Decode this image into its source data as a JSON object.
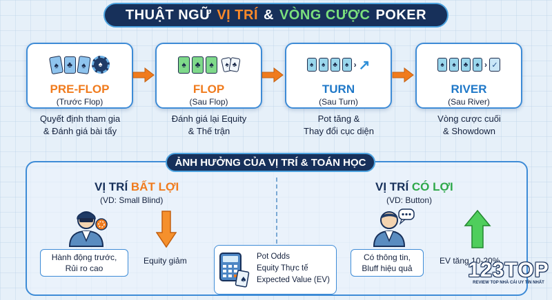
{
  "title": {
    "part1": "THUẬT NGỮ",
    "part2": "VỊ TRÍ",
    "part3": "&",
    "part4": "VÒNG CƯỢC",
    "part5": "POKER"
  },
  "stages": [
    {
      "name": "PRE-FLOP",
      "sub": "(Trước Flop)",
      "desc_line1": "Quyết định tham gia",
      "desc_line2": "& Đánh giá bài tẩy"
    },
    {
      "name": "FLOP",
      "sub": "(Sau Flop)",
      "desc_line1": "Đánh giá lại Equity",
      "desc_line2": "& Thế trận"
    },
    {
      "name": "TURN",
      "sub": "(Sau Turn)",
      "desc_line1": "Pot tăng &",
      "desc_line2": "Thay đổi cục diện"
    },
    {
      "name": "RIVER",
      "sub": "(Sau River)",
      "desc_line1": "Vòng cược cuối",
      "desc_line2": "& Showdown"
    }
  ],
  "panel": {
    "title": "ẢNH HƯỞNG CỦA VỊ TRÍ & TOÁN HỌC",
    "bad": {
      "title_a": "VỊ TRÍ",
      "title_b": "BẤT LỢI",
      "sub": "(VD: Small Blind)",
      "note_line1": "Hành động trước,",
      "note_line2": "Rủi ro cao",
      "effect": "Equity giảm"
    },
    "good": {
      "title_a": "VỊ TRÍ",
      "title_b": "CÓ LỢI",
      "sub": "(VD: Button)",
      "note_line1": "Có thông tin,",
      "note_line2": "Bluff hiệu quả",
      "effect": "EV tăng 10-20%"
    },
    "center": {
      "line1": "Pot Odds",
      "line2": "Equity Thực tế",
      "line3": "Expected Value (EV)"
    }
  },
  "logo": {
    "mark": "123TOP",
    "tagline": "REVIEW TOP NHÀ CÁI UY TÍN NHẤT"
  },
  "colors": {
    "accent_orange": "#f07b1d",
    "accent_green": "#2ea84a",
    "accent_blue": "#1f78c8",
    "navy": "#17305a"
  },
  "icons": [
    "spade-card-icon",
    "poker-chip-icon",
    "hand-of-cards-icon",
    "curved-arrow-icon",
    "checkmark-card-icon",
    "person-with-cap-icon",
    "down-arrow-icon",
    "calculator-icon",
    "person-speech-icon",
    "up-arrow-icon"
  ]
}
